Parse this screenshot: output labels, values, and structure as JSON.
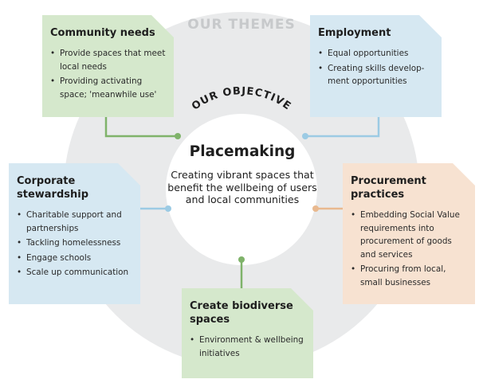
{
  "theme_label": "OUR THEMES",
  "objective_label": "OUR OBJECTIVE",
  "center": {
    "title": "Placemaking",
    "text": "Creating vibrant spaces that benefit the wellbeing of users and local communities"
  },
  "cards": {
    "community": {
      "title": "Community needs",
      "items": [
        "Provide spaces that meet local needs",
        "Providing activating space; 'meanwhile use'"
      ]
    },
    "employment": {
      "title": "Employment",
      "items": [
        "Equal opportunities",
        "Creating skills develop-ment opportunities"
      ]
    },
    "corporate": {
      "title": "Corporate stewardship",
      "items": [
        "Charitable support and partnerships",
        "Tackling homelessness",
        "Engage schools",
        "Scale up communication"
      ]
    },
    "procurement": {
      "title": "Procurement practices",
      "items": [
        "Embedding Social Value requirements into procurement of goods and services",
        "Procuring from local, small businesses"
      ]
    },
    "biodiverse": {
      "title": "Create biodiverse spaces",
      "items": [
        "Environment & wellbeing initiatives"
      ]
    }
  },
  "colors": {
    "ring": "#e9eaeb",
    "green_card": "#d5e8cc",
    "blue_card": "#d6e8f2",
    "peach_card": "#f7e2d1",
    "green_connector": "#7fb36a",
    "blue_connector": "#9ccbe4",
    "peach_connector": "#e9b98f"
  }
}
